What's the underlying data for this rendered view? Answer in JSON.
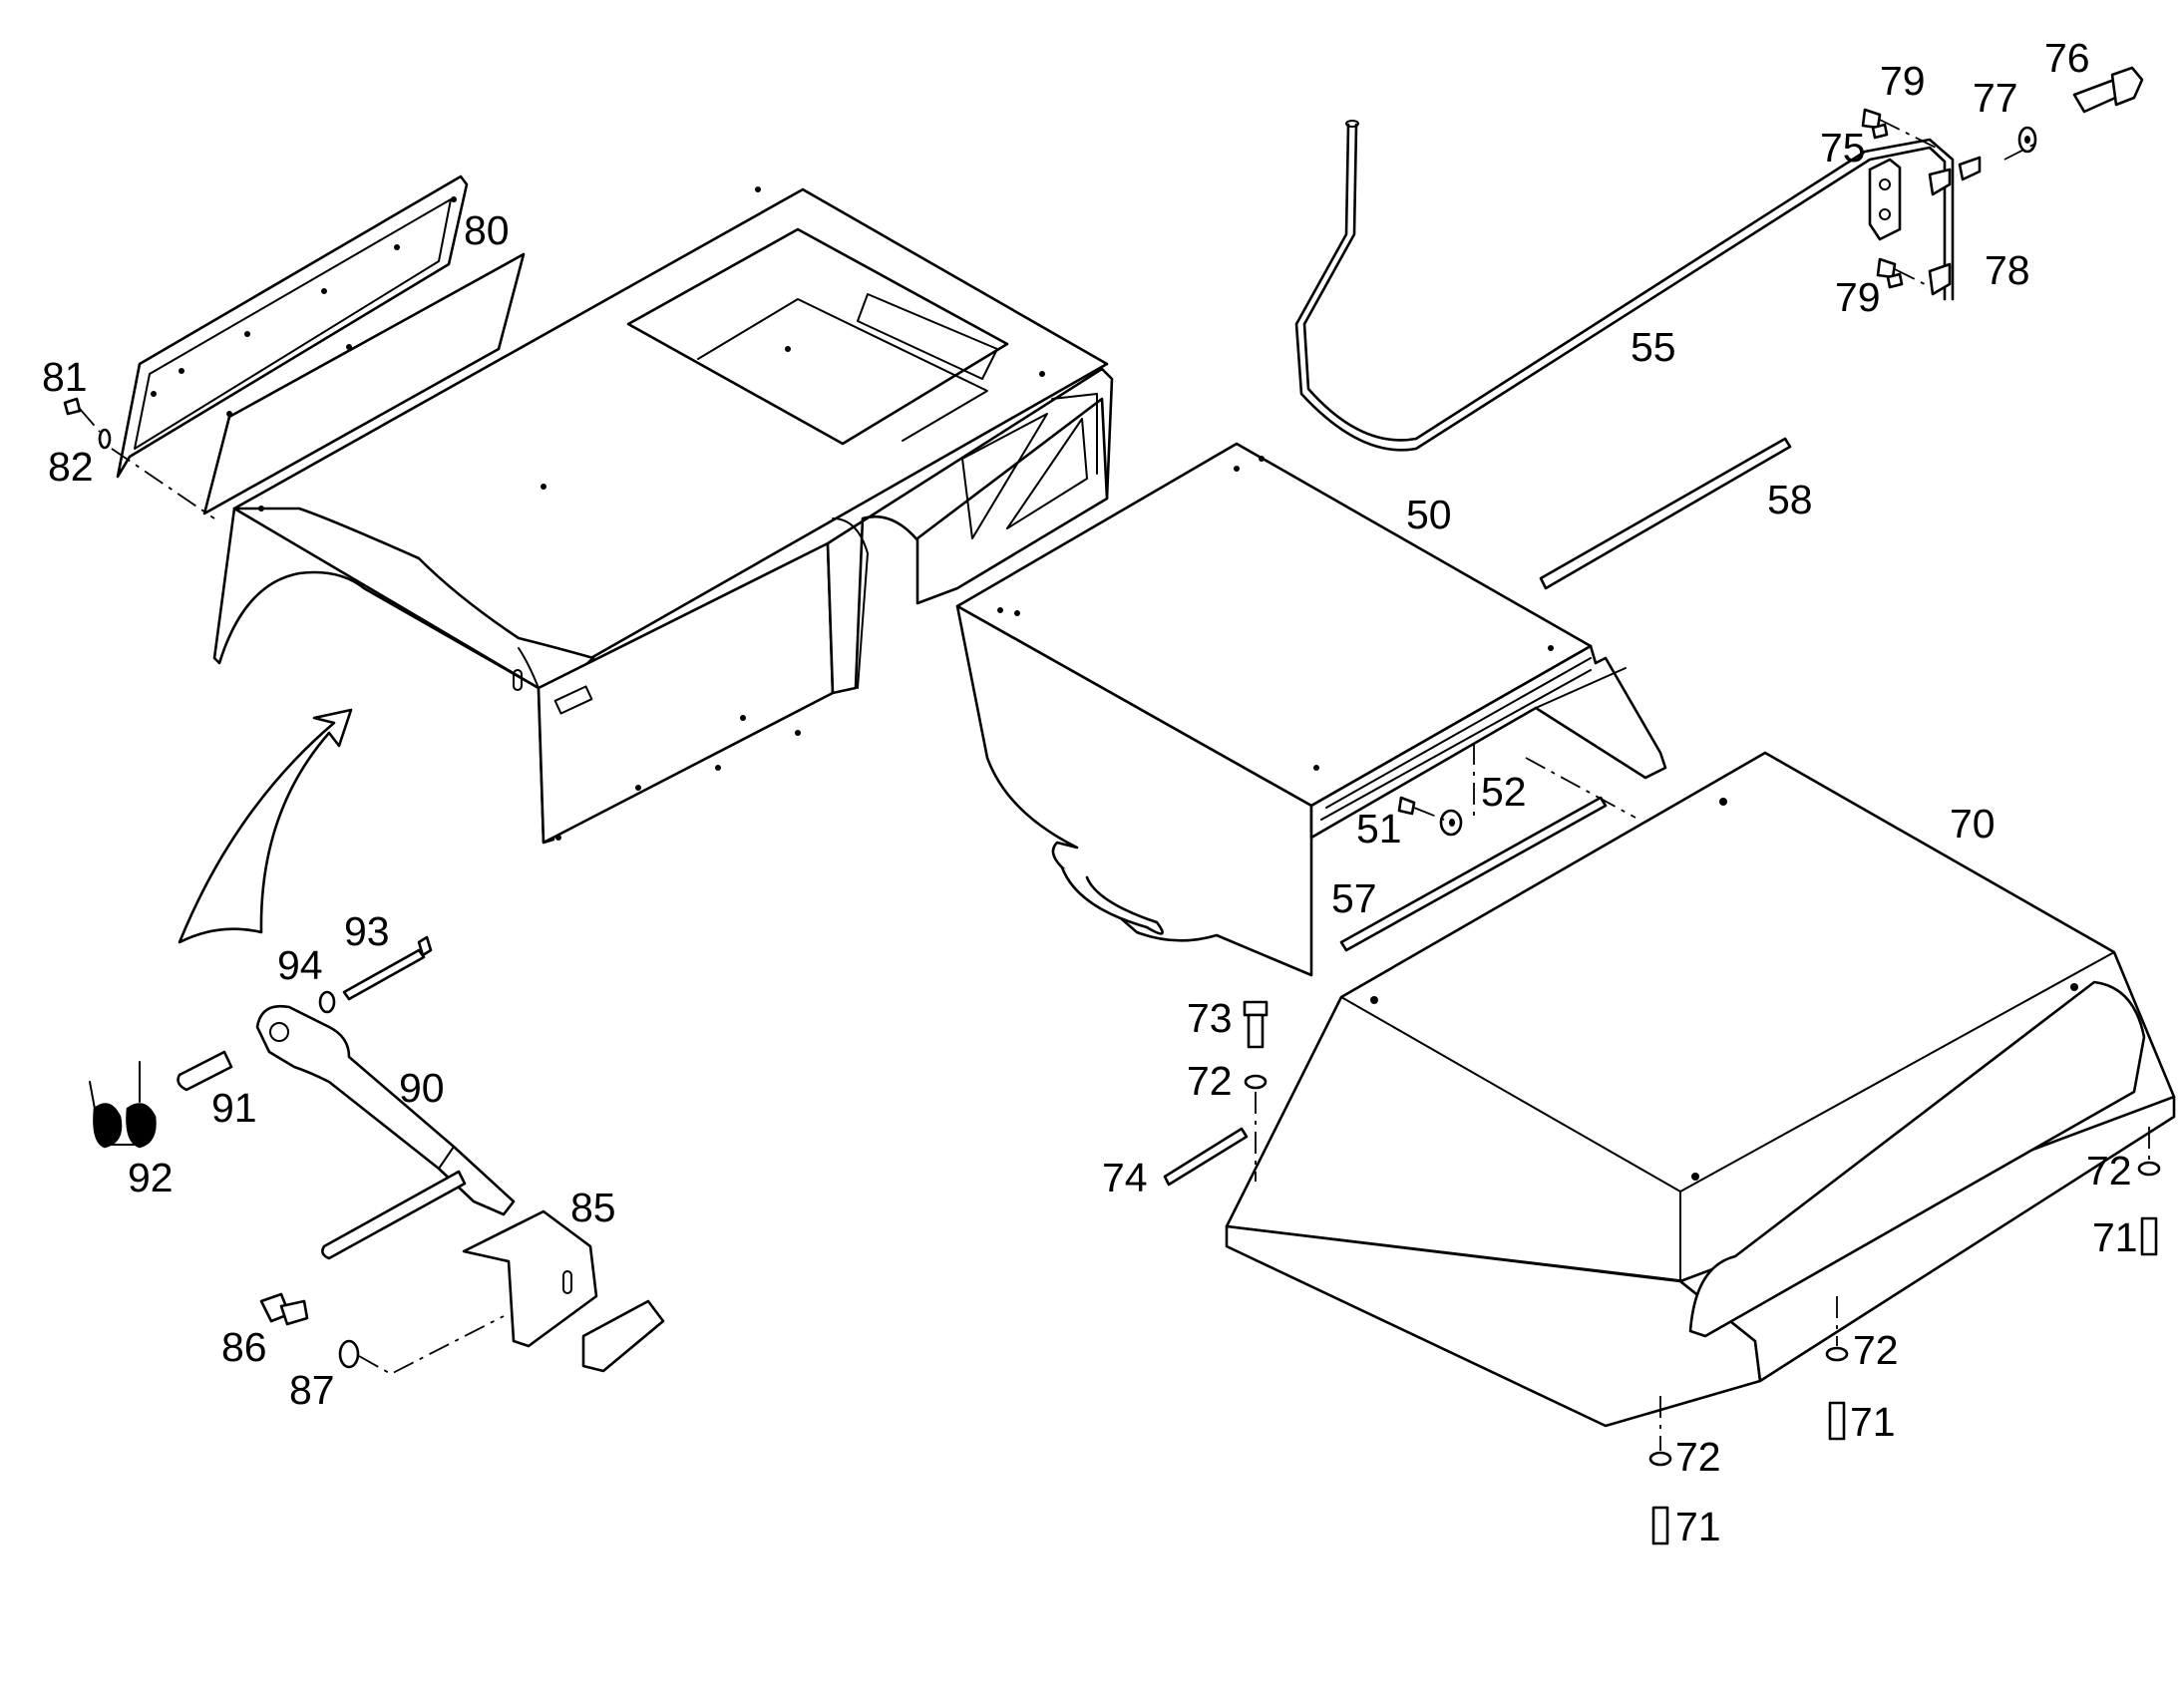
{
  "colors": {
    "line": "#000000",
    "background": "#ffffff"
  },
  "labels": {
    "p50": "50",
    "p51": "51",
    "p52": "52",
    "p55": "55",
    "p57": "57",
    "p58": "58",
    "p70": "70",
    "p71": "71",
    "p72": "72",
    "p73": "73",
    "p74": "74",
    "p75": "75",
    "p76": "76",
    "p77": "77",
    "p78": "78",
    "p79": "79",
    "p80": "80",
    "p81": "81",
    "p82": "82",
    "p85": "85",
    "p86": "86",
    "p87": "87",
    "p90": "90",
    "p91": "91",
    "p92": "92",
    "p93": "93",
    "p94": "94"
  }
}
